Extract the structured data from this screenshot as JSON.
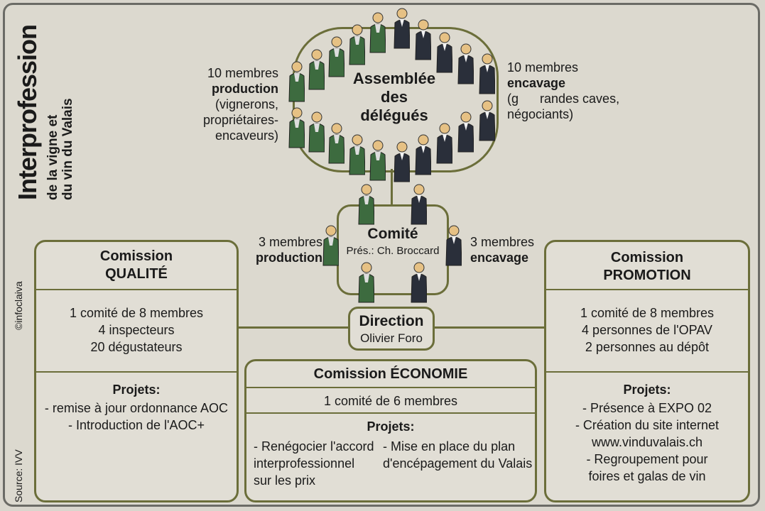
{
  "sidebar": {
    "title": "Interprofession",
    "subtitle_line1": "de la vigne et",
    "subtitle_line2": "du vin du Valais",
    "credit": "©infoclaiva",
    "source": "Source: IVV"
  },
  "assemblee": {
    "title_l1": "Assemblée",
    "title_l2": "des",
    "title_l3": "délégués",
    "left_l1": "10 membres",
    "left_l2": "production",
    "left_l3": "(vignerons,",
    "left_l4": "propriétaires-encaveurs)",
    "right_l1": "10 membres",
    "right_l2": "encavage",
    "right_l3": "(g      randes caves,",
    "right_l4": "négociants)"
  },
  "comite": {
    "title": "Comité",
    "president": "Prés.: Ch. Broccard",
    "left_l1": "3 membres",
    "left_l2": "production",
    "right_l1": "3 membres",
    "right_l2": "encavage"
  },
  "direction": {
    "title": "Direction",
    "name": "Olivier Foro"
  },
  "qualite": {
    "title_l1": "Comission",
    "title_l2": "QUALITÉ",
    "members": [
      "1 comité de 8 membres",
      "4 inspecteurs",
      "20 dégustateurs"
    ],
    "projects_title": "Projets:",
    "projects": [
      "- remise à jour ordonnance AOC",
      "- Introduction de l'AOC+"
    ]
  },
  "promotion": {
    "title_l1": "Comission",
    "title_l2": "PROMOTION",
    "members": [
      "1 comité de 8 membres",
      "4 personnes de l'OPAV",
      "2 personnes au dépôt"
    ],
    "projects_title": "Projets:",
    "projects": [
      "- Présence à EXPO 02",
      "- Création du site internet",
      "www.vinduvalais.ch",
      "- Regroupement pour",
      "foires et galas de vin"
    ]
  },
  "economie": {
    "title": "Comission ÉCONOMIE",
    "members": "1 comité de 6 membres",
    "projects_title": "Projets:",
    "projects_left": [
      "- Renégocier l'accord",
      "interprofessionnel",
      "sur les prix"
    ],
    "projects_right": [
      "- Mise en place du plan",
      "d'encépagement du Valais"
    ]
  },
  "colors": {
    "vigneron": "#3d6b3f",
    "encaveur": "#2a2f3a",
    "frame": "#6b6e3a"
  }
}
